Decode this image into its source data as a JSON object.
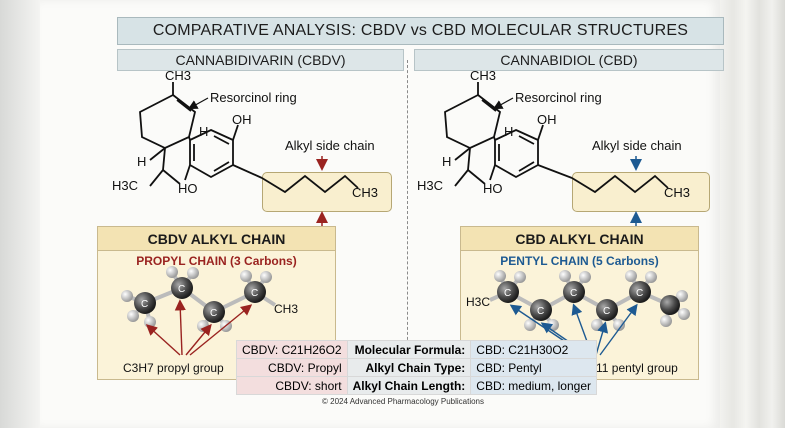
{
  "title": "COMPARATIVE ANALYSIS: CBDV vs CBD MOLECULAR STRUCTURES",
  "left": {
    "header": "CANNABIDIVARIN (CBDV)",
    "resorcinol_label": "Resorcinol ring",
    "side_chain_label": "Alkyl side chain",
    "ch3": "CH3",
    "oh_top": "OH",
    "oh_bottom": "HO",
    "h": "H",
    "h3c": "H3C",
    "chain_title": "CBDV ALKYL CHAIN",
    "chain_subtitle": "PROPYL CHAIN (3 Carbons)",
    "atom_c": "C",
    "chain_end": "CH3",
    "group_label": "C3H7 propyl group"
  },
  "right": {
    "header": "CANNABIDIOL (CBD)",
    "resorcinol_label": "Resorcinol ring",
    "side_chain_label": "Alkyl side chain",
    "ch3": "CH3",
    "oh_top": "OH",
    "oh_bottom": "HO",
    "h": "H",
    "h3c": "H3C",
    "chain_title": "CBD ALKYL CHAIN",
    "chain_subtitle": "PENTYL CHAIN (5 Carbons)",
    "atom_c": "C",
    "chain_start": "H3C",
    "group_label": "C5H11 pentyl group"
  },
  "table": {
    "rows": [
      {
        "cbdv": "CBDV: C21H26O2",
        "attr": "Molecular Formula:",
        "cbd": "CBD: C21H30O2"
      },
      {
        "cbdv": "CBDV: Propyl",
        "attr": "Alkyl Chain Type:",
        "cbd": "CBD: Pentyl"
      },
      {
        "cbdv": "CBDV: short",
        "attr": "Alkyl Chain Length:",
        "cbd": "CBD: medium, longer"
      }
    ]
  },
  "copyright": "© 2024 Advanced Pharmacology Publications",
  "colors": {
    "red": "#9a2320",
    "blue": "#1d5a92",
    "title_bg": "#d7e3e6",
    "chain_bg": "#fbf3d9"
  }
}
